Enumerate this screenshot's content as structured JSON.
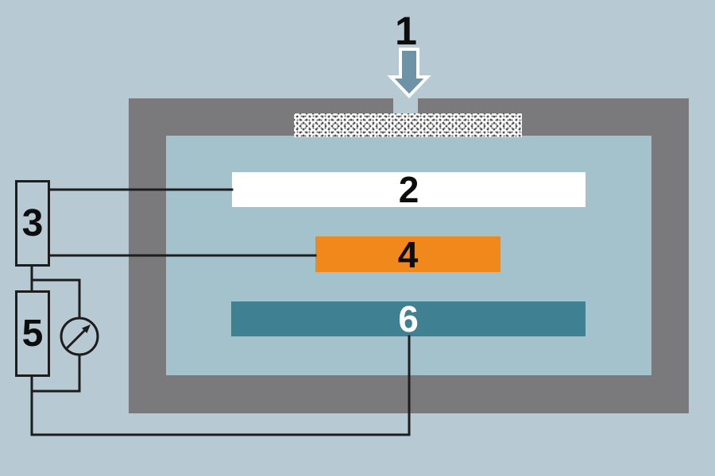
{
  "labels": {
    "inlet_arrow": "1",
    "upper_plate": "2",
    "source_box": "3",
    "middle_plate": "4",
    "meter_box": "5",
    "lower_plate": "6"
  },
  "icons": {
    "inlet_arrow": "down-arrow-icon",
    "meter": "analog-meter-icon"
  },
  "colors": {
    "background": "#b7c9d3",
    "chamber_wall": "#7a797b",
    "chamber_interior": "#a3c2cc",
    "plate_white": "#ffffff",
    "plate_orange": "#f1881c",
    "plate_teal": "#3f8092",
    "arrow_fill": "#6e93a7",
    "line": "#1d1d1d",
    "label_dark": "#0d0d0d",
    "label_light": "#ffffff",
    "stipple_bg": "#ffffff",
    "stipple_dot": "#4f4f4f"
  }
}
